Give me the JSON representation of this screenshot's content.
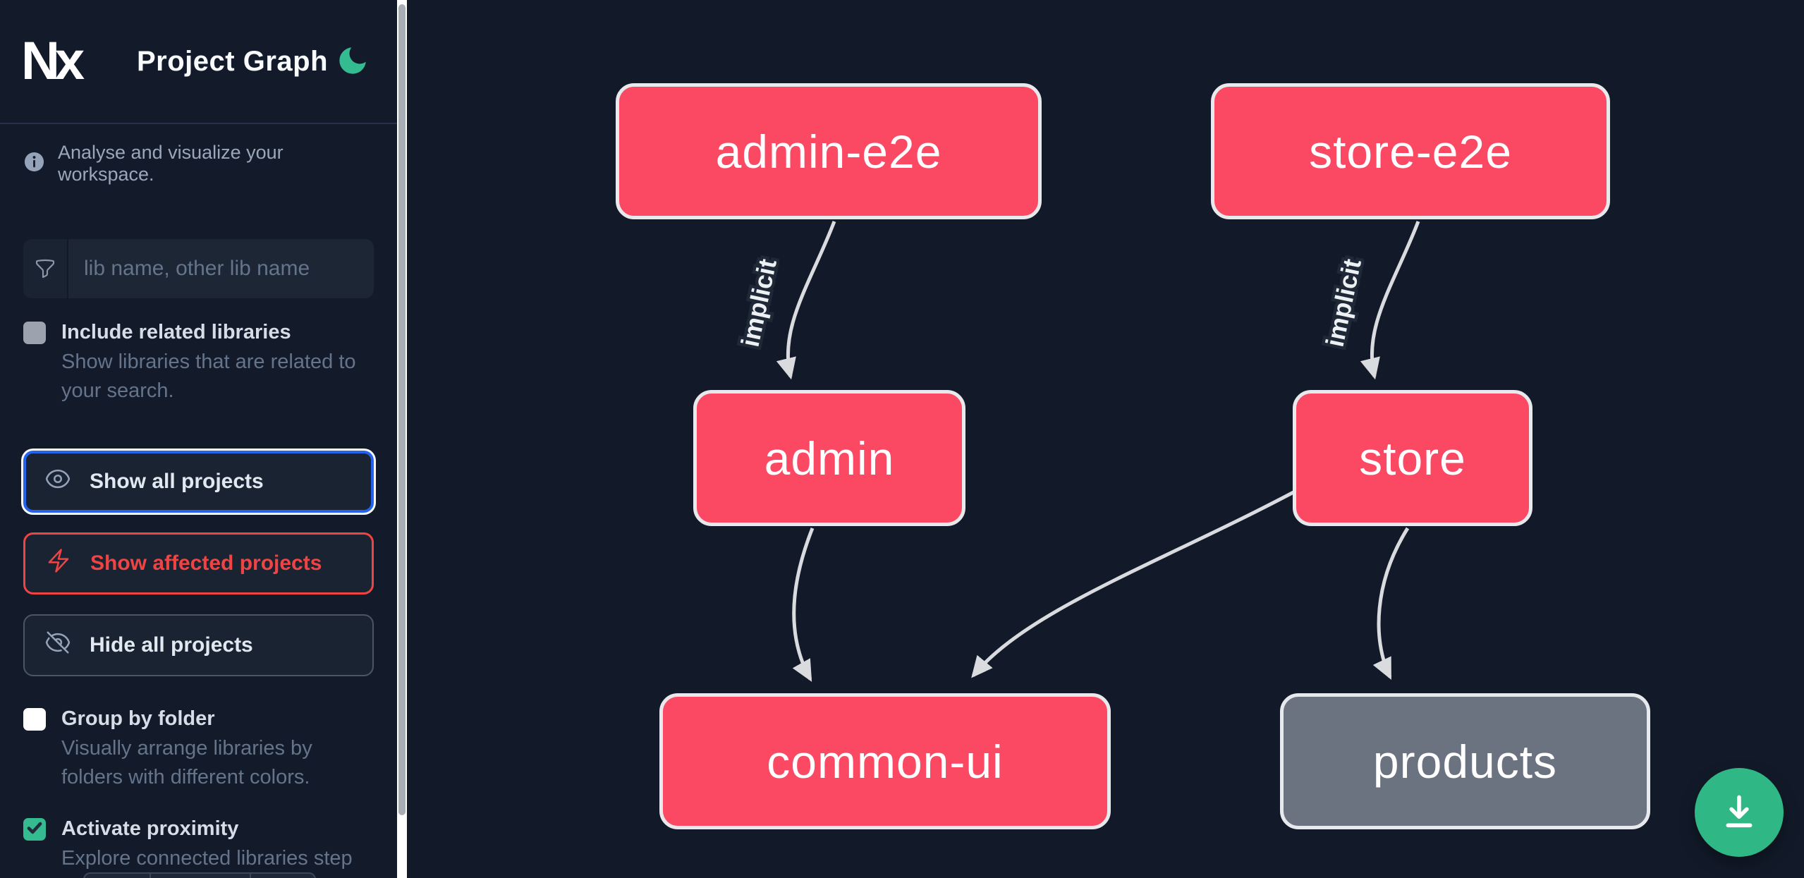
{
  "app": {
    "title": "Project Graph"
  },
  "header": {
    "logo_text": "Nx"
  },
  "sidebar": {
    "tagline": "Analyse and visualize your workspace.",
    "search": {
      "placeholder": "lib name, other lib name",
      "value": ""
    },
    "include_related": {
      "label": "Include related libraries",
      "description": "Show libraries that are related to your search.",
      "checked": false
    },
    "group_by_folder": {
      "label": "Group by folder",
      "description": "Visually arrange libraries by folders with different colors.",
      "checked": false
    },
    "activate_proximity": {
      "label": "Activate proximity",
      "description": "Explore connected libraries step by step.",
      "checked": true
    },
    "actions": {
      "show_all": "Show all projects",
      "show_affected": "Show affected projects",
      "hide_all": "Hide all projects"
    }
  },
  "graph": {
    "nodes": [
      {
        "id": "admin-e2e",
        "label": "admin-e2e",
        "kind": "affected"
      },
      {
        "id": "store-e2e",
        "label": "store-e2e",
        "kind": "affected"
      },
      {
        "id": "admin",
        "label": "admin",
        "kind": "affected"
      },
      {
        "id": "store",
        "label": "store",
        "kind": "affected"
      },
      {
        "id": "common-ui",
        "label": "common-ui",
        "kind": "affected"
      },
      {
        "id": "products",
        "label": "products",
        "kind": "normal"
      }
    ],
    "edges": [
      {
        "from": "admin-e2e",
        "to": "admin",
        "label": "implicit"
      },
      {
        "from": "store-e2e",
        "to": "store",
        "label": "implicit"
      },
      {
        "from": "admin",
        "to": "common-ui",
        "label": ""
      },
      {
        "from": "store",
        "to": "common-ui",
        "label": ""
      },
      {
        "from": "store",
        "to": "products",
        "label": ""
      }
    ]
  },
  "colors": {
    "affected_node": "#fb4963",
    "normal_node": "#6c7380",
    "accent_green": "#2fb886",
    "focus_blue": "#2563eb",
    "affected_red": "#ef4444",
    "edge": "#d9dbdf"
  }
}
